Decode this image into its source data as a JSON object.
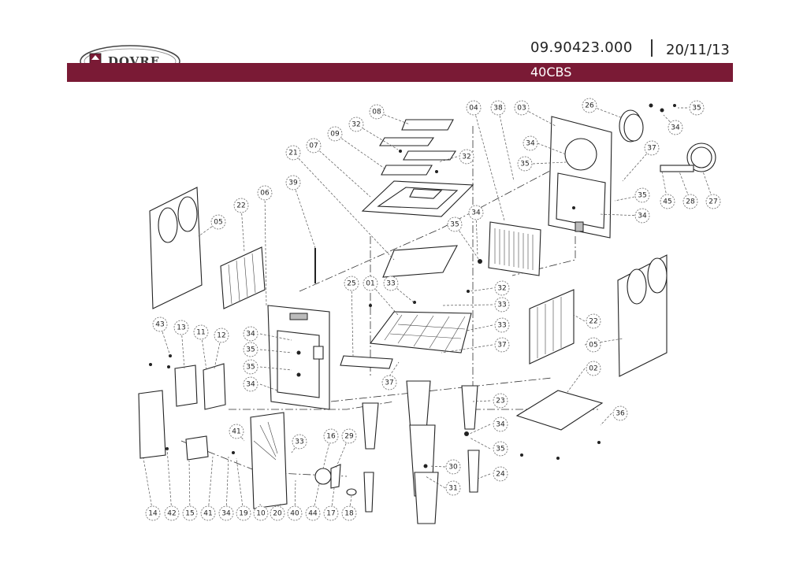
{
  "header": {
    "brand": "DOVRE",
    "doc_number": "09.90423.000",
    "date": "20/11/13",
    "model": "40CBS"
  },
  "labels": [
    "01",
    "02",
    "03",
    "04",
    "05",
    "06",
    "07",
    "08",
    "09",
    "10",
    "11",
    "12",
    "13",
    "14",
    "15",
    "16",
    "17",
    "18",
    "19",
    "20",
    "21",
    "22",
    "23",
    "24",
    "25",
    "26",
    "27",
    "28",
    "29",
    "30",
    "31",
    "32",
    "33",
    "34",
    "35",
    "36",
    "37",
    "38",
    "39",
    "40",
    "41",
    "42",
    "43",
    "44",
    "45"
  ]
}
